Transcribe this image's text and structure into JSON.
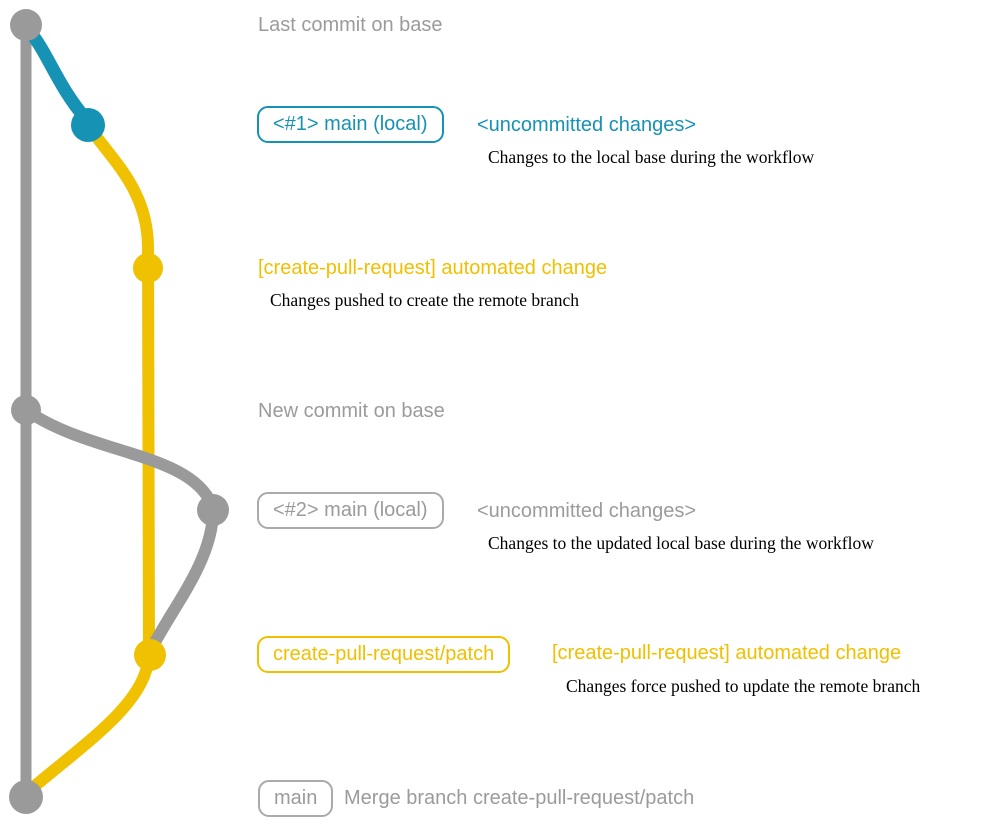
{
  "diagram": {
    "title_semantics": "git branch workflow diagram for create-pull-request action",
    "colors": {
      "base_branch_gray": "#9a9a9a",
      "local_main_blue": "#1692b4",
      "pull_request_yellow": "#f0c100",
      "annotation_text_black": "#000000",
      "gray_text": "#9b9b9b"
    }
  },
  "labels": {
    "last_commit": "Last commit on base",
    "branch1_box": "<#1> main (local)",
    "branch1_status": "<uncommitted changes>",
    "branch1_desc": "Changes to the local base during the workflow",
    "pr_commit1_title": "[create-pull-request] automated change",
    "pr_commit1_desc": "Changes pushed to create the remote branch",
    "new_commit": "New commit on base",
    "branch2_box": "<#2> main (local)",
    "branch2_status": "<uncommitted changes>",
    "branch2_desc": "Changes to the updated local base during the workflow",
    "pr_branch_box": "create-pull-request/patch",
    "pr_commit2_title": "[create-pull-request] automated change",
    "pr_commit2_desc": "Changes force pushed to update the remote branch",
    "merge_box": "main",
    "merge_text": "Merge branch create-pull-request/patch"
  },
  "graph_nodes": [
    {
      "name": "base-top-commit",
      "color": "gray"
    },
    {
      "name": "local-main-commit-1",
      "color": "blue"
    },
    {
      "name": "pr-branch-commit-1",
      "color": "yellow"
    },
    {
      "name": "base-new-commit",
      "color": "gray"
    },
    {
      "name": "local-main-commit-2",
      "color": "gray"
    },
    {
      "name": "pr-branch-commit-2",
      "color": "yellow"
    },
    {
      "name": "base-merge-commit",
      "color": "gray"
    }
  ]
}
